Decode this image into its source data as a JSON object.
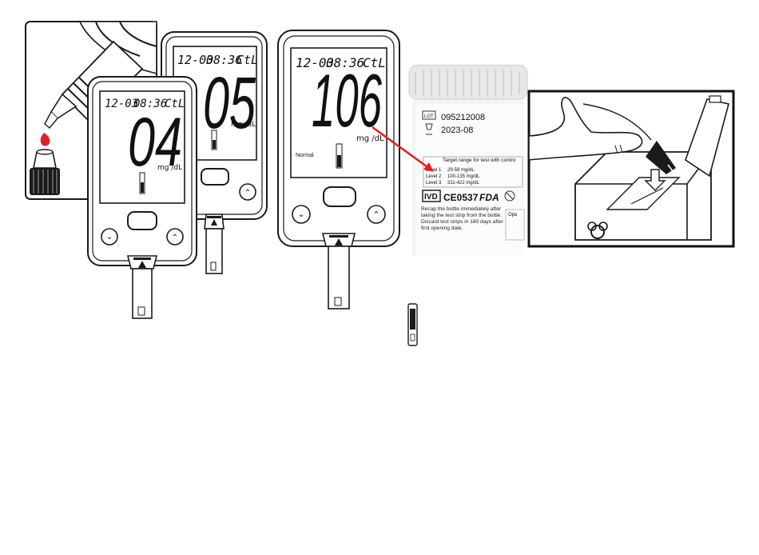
{
  "meter_small_left": {
    "date": "12-03",
    "time": "08:36",
    "mode": "CtL",
    "reading": "04",
    "unit": "mg /dL"
  },
  "meter_small_back": {
    "date": "12-03",
    "time": "08:36",
    "mode": "CtL",
    "reading": "05",
    "unit": "mg /dL"
  },
  "meter_large": {
    "date": "12-03",
    "time": "08:36",
    "mode": "CtL",
    "reading": "106",
    "unit": "mg /dL",
    "status": "Normal"
  },
  "vial": {
    "lot_icon": "LOT",
    "lot_number": "095212008",
    "expiry": "2023-08",
    "range_title": "Target range for test with contro",
    "levels": [
      {
        "name": "Level 1",
        "range": "29-58 mg/dL"
      },
      {
        "name": "Level 2",
        "range": "100-135 mg/dL"
      },
      {
        "name": "Level 3",
        "range": "311-422 mg/dL"
      }
    ],
    "marks": [
      "IVD",
      "CE0537",
      "FDA"
    ],
    "instructions": "Recap the bottle immediately after taking the test strip from the bottle. Discard test strips in 180 days after first opening date.",
    "side_label": "Ope"
  },
  "arrow_color": "#e02020",
  "blood_color": "#d8242a",
  "icons": [
    "control-solution-bottle-icon",
    "test-strip-icon",
    "sharps-disposal-icon",
    "biohazard-icon"
  ]
}
